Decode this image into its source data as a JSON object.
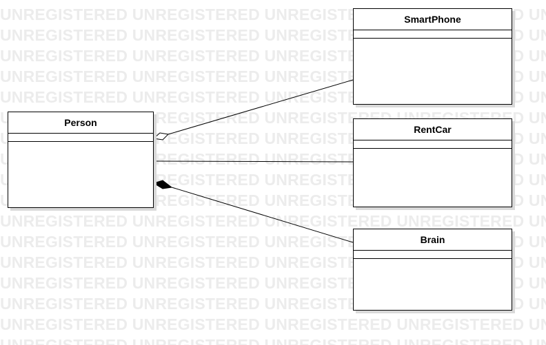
{
  "watermark": {
    "text": "UNREGISTERED"
  },
  "diagram": {
    "classes": {
      "person": {
        "name": "Person",
        "attributes": [],
        "operations": []
      },
      "smartphone": {
        "name": "SmartPhone",
        "attributes": [],
        "operations": []
      },
      "rentcar": {
        "name": "RentCar",
        "attributes": [],
        "operations": []
      },
      "brain": {
        "name": "Brain",
        "attributes": [],
        "operations": []
      }
    },
    "relationships": [
      {
        "from": "Person",
        "to": "SmartPhone",
        "type": "aggregation"
      },
      {
        "from": "Person",
        "to": "RentCar",
        "type": "association"
      },
      {
        "from": "Person",
        "to": "Brain",
        "type": "composition"
      }
    ]
  }
}
